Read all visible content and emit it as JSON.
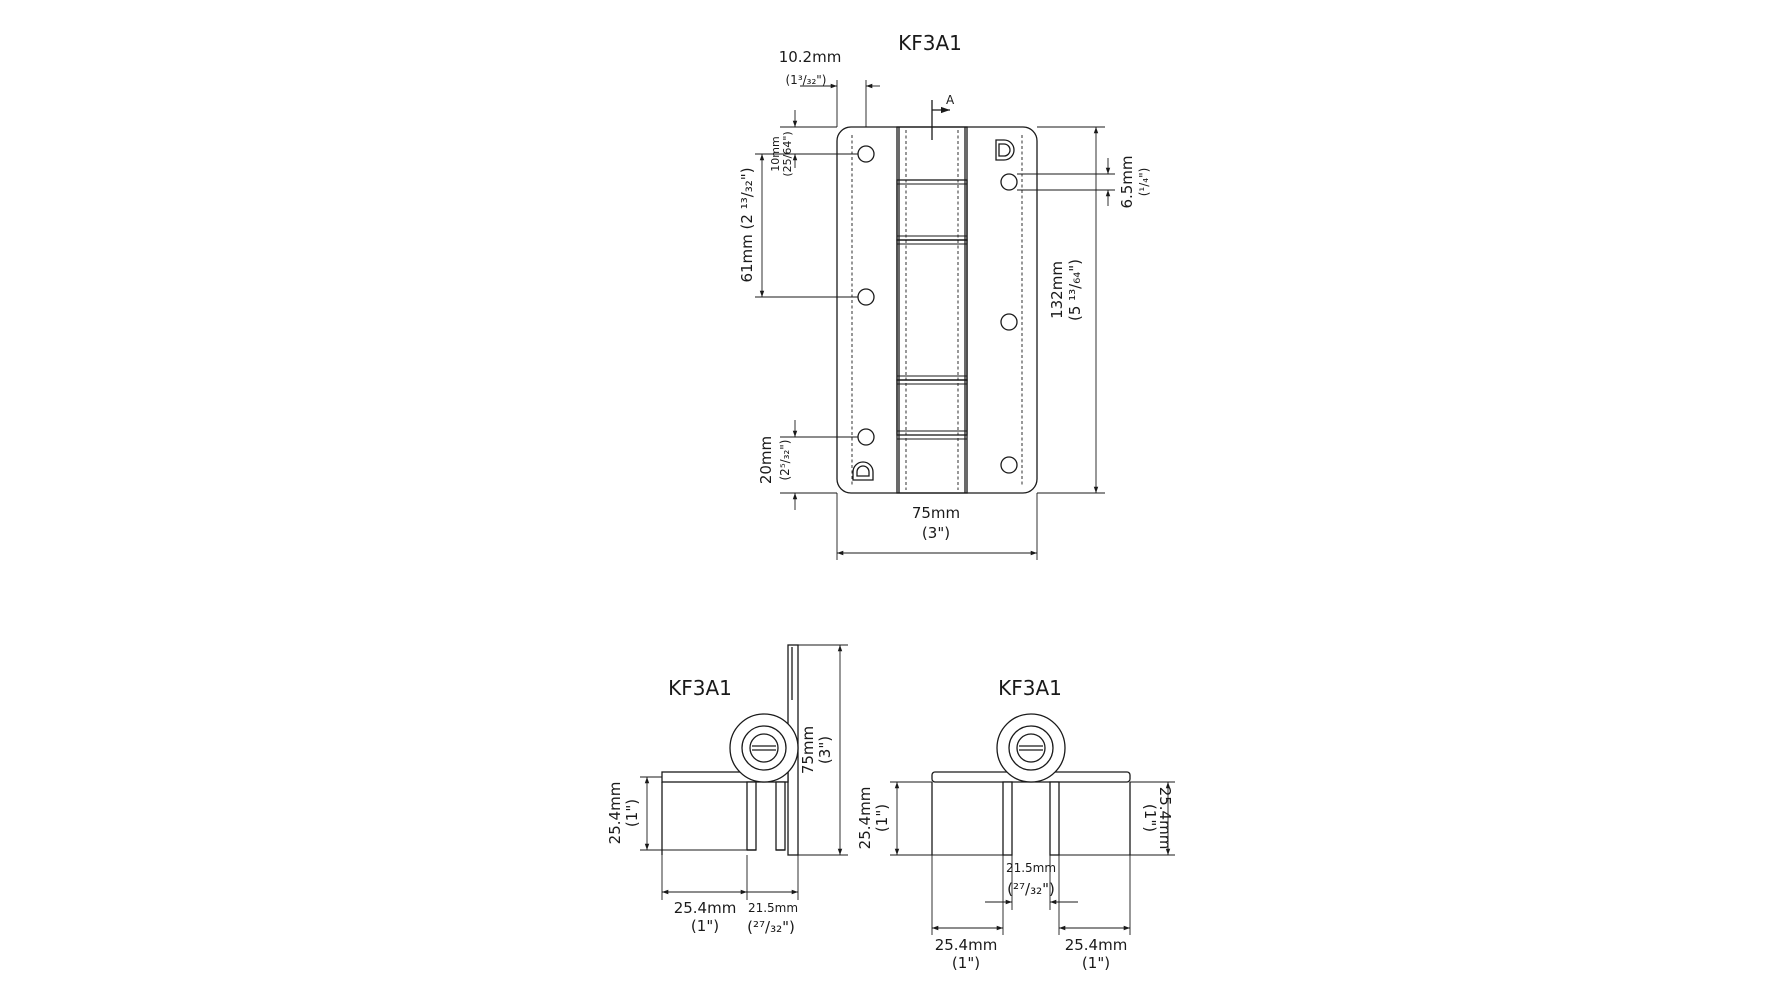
{
  "top_view": {
    "title": "KF3A1",
    "section_marker": "A",
    "dims": {
      "d_10_2_mm": "10.2mm",
      "d_10_2_in": "(1³/₃₂\")",
      "d_10_mm": "10mm",
      "d_10_in": "(25/64\")",
      "d_61_mm": "61mm (2 ¹³/₃₂\")",
      "d_6_5_mm": "6.5mm",
      "d_6_5_in": "(¹/₄\")",
      "d_132_mm": "132mm",
      "d_132_in": "(5 ¹³/₆₄\")",
      "d_20_mm": "20mm",
      "d_20_in": "(2⁵/₃₂\")",
      "d_75_mm": "75mm",
      "d_75_in": "(3\")"
    }
  },
  "left_view": {
    "title": "KF3A1",
    "dims": {
      "d_75_mm": "75mm",
      "d_75_in": "(3\")",
      "d_25_4_v_mm": "25.4mm",
      "d_25_4_v_in": "(1\")",
      "d_25_4_h_mm": "25.4mm",
      "d_25_4_h_in": "(1\")",
      "d_21_5_mm": "21.5mm",
      "d_21_5_in": "(²⁷/₃₂\")"
    }
  },
  "right_view": {
    "title": "KF3A1",
    "dims": {
      "d_25_4_vl_mm": "25.4mm",
      "d_25_4_vl_in": "(1\")",
      "d_25_4_vr_mm": "25.4mm",
      "d_25_4_vr_in": "(1\")",
      "d_21_5_mm": "21.5mm",
      "d_21_5_in": "(²⁷/₃₂\")",
      "d_25_4_bl_mm": "25.4mm",
      "d_25_4_bl_in": "(1\")",
      "d_25_4_br_mm": "25.4mm",
      "d_25_4_br_in": "(1\")"
    }
  }
}
